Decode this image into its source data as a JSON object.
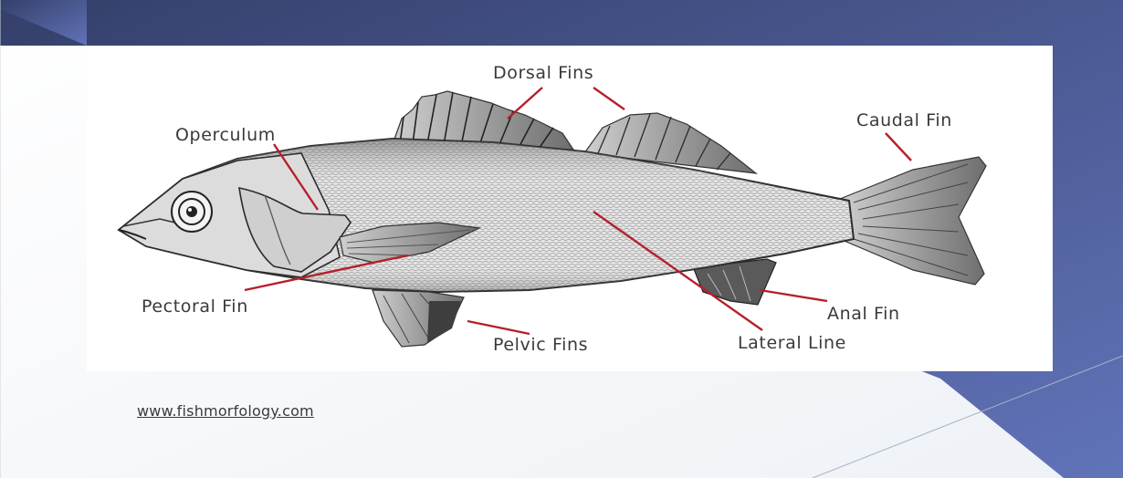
{
  "slide": {
    "colors": {
      "banner_top": "#3a4570",
      "banner_bottom": "#5d6eb6",
      "leader_line": "#b5202b",
      "label_text": "#3a3a3a"
    }
  },
  "diagram": {
    "labels": {
      "dorsal_fins": "Dorsal Fins",
      "caudal_fin": "Caudal Fin",
      "operculum": "Operculum",
      "pectoral_fin": "Pectoral Fin",
      "pelvic_fins": "Pelvic Fins",
      "lateral_line": "Lateral Line",
      "anal_fin": "Anal Fin"
    }
  },
  "footer": {
    "source_url": "www.fishmorfology.com"
  }
}
